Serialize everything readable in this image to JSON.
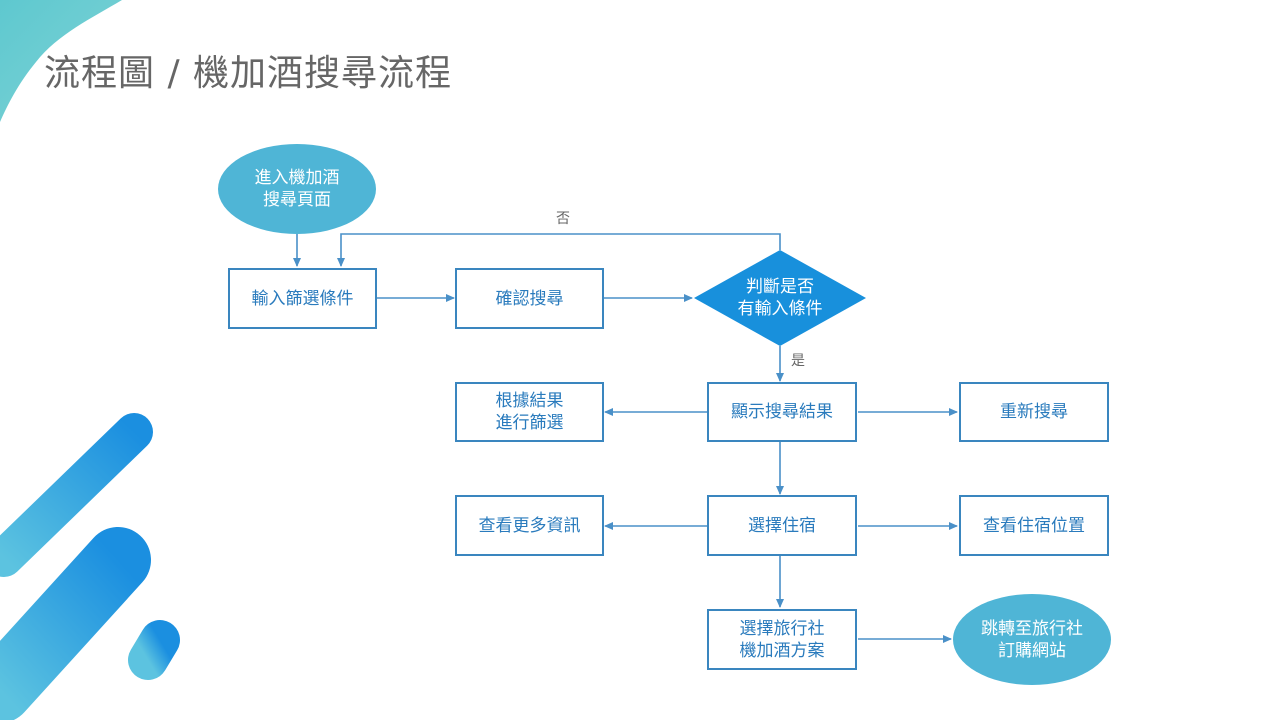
{
  "slide": {
    "title": "流程圖 / 機加酒搜尋流程"
  },
  "colors": {
    "box_border": "#3a86bf",
    "box_text": "#2a7bbd",
    "terminal_fill": "#4fb5d6",
    "decision_fill": "#1890dc",
    "connector": "#4a90c8",
    "title_text": "#666666"
  },
  "nodes": {
    "start": {
      "shape": "ellipse",
      "label": "進入機加酒\n搜尋頁面"
    },
    "input_filters": {
      "shape": "rect",
      "label": "輸入篩選條件"
    },
    "confirm_search": {
      "shape": "rect",
      "label": "確認搜尋"
    },
    "check_input": {
      "shape": "diamond",
      "label": "判斷是否\n有輸入條件"
    },
    "filter_results": {
      "shape": "rect",
      "label": "根據結果\n進行篩選"
    },
    "show_results": {
      "shape": "rect",
      "label": "顯示搜尋結果"
    },
    "search_again": {
      "shape": "rect",
      "label": "重新搜尋"
    },
    "more_info": {
      "shape": "rect",
      "label": "查看更多資訊"
    },
    "select_lodging": {
      "shape": "rect",
      "label": "選擇住宿"
    },
    "view_location": {
      "shape": "rect",
      "label": "查看住宿位置"
    },
    "select_package": {
      "shape": "rect",
      "label": "選擇旅行社\n機加酒方案"
    },
    "redirect": {
      "shape": "ellipse",
      "label": "跳轉至旅行社\n訂購網站"
    }
  },
  "edges": [
    {
      "from": "start",
      "to": "input_filters"
    },
    {
      "from": "input_filters",
      "to": "confirm_search"
    },
    {
      "from": "confirm_search",
      "to": "check_input"
    },
    {
      "from": "check_input",
      "to": "input_filters",
      "label": "否"
    },
    {
      "from": "check_input",
      "to": "show_results",
      "label": "是"
    },
    {
      "from": "show_results",
      "to": "filter_results"
    },
    {
      "from": "show_results",
      "to": "search_again"
    },
    {
      "from": "show_results",
      "to": "select_lodging"
    },
    {
      "from": "select_lodging",
      "to": "more_info"
    },
    {
      "from": "select_lodging",
      "to": "view_location"
    },
    {
      "from": "select_lodging",
      "to": "select_package"
    },
    {
      "from": "select_package",
      "to": "redirect"
    }
  ]
}
